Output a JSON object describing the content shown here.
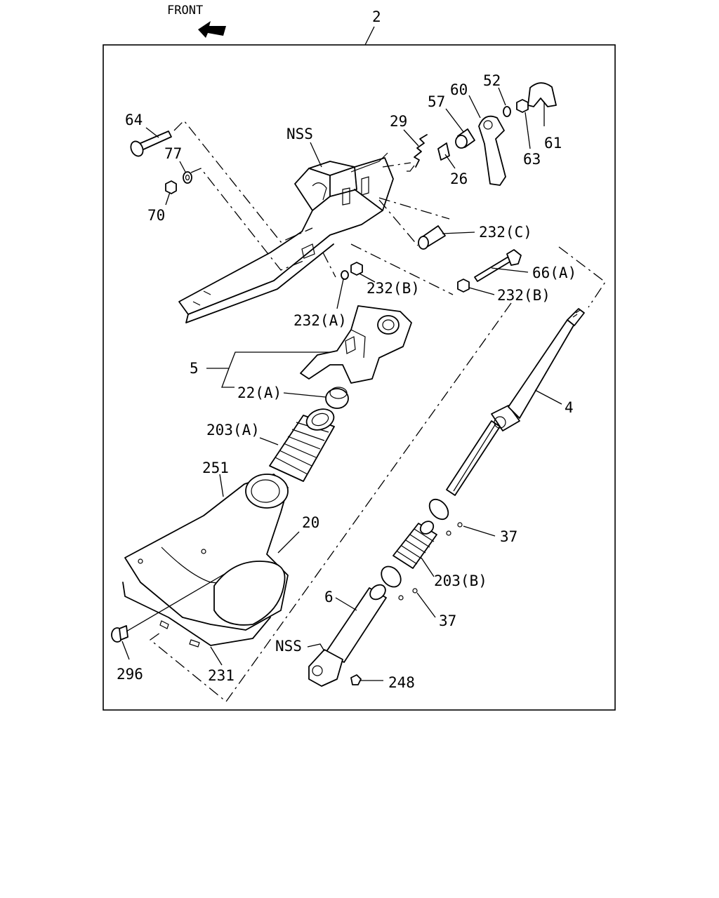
{
  "labels": {
    "front": "FRONT",
    "assembly": "2",
    "p64": "64",
    "p77": "77",
    "p70": "70",
    "nss_top": "NSS",
    "p29": "29",
    "p57": "57",
    "p60": "60",
    "p52": "52",
    "p61": "61",
    "p63": "63",
    "p26": "26",
    "p232c": "232(C)",
    "p66a": "66(A)",
    "p232b_right": "232(B)",
    "p232b": "232(B)",
    "p232a": "232(A)",
    "p5": "5",
    "p22a": "22(A)",
    "p4": "4",
    "p203a": "203(A)",
    "p251": "251",
    "p20": "20",
    "p37_top": "37",
    "p203b": "203(B)",
    "p6": "6",
    "p37_bottom": "37",
    "nss_bottom": "NSS",
    "p248": "248",
    "p296": "296",
    "p231": "231"
  }
}
